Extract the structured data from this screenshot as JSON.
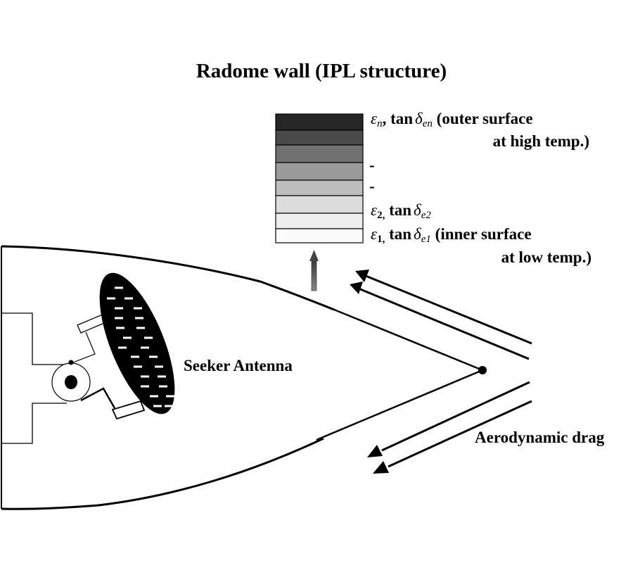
{
  "title": "Radome wall (IPL structure)",
  "layers": {
    "count": 8,
    "colors_outer_to_inner": [
      "#262626",
      "#4a4a4a",
      "#717171",
      "#9a9a9a",
      "#bdbdbd",
      "#dcdcdc",
      "#eeeeee",
      "#fbfbfb"
    ],
    "outer_label": {
      "eps_sym": "ε",
      "eps_sub": "n",
      "sep": ", ",
      "tan": "tan",
      "delta_sym": "δ",
      "delta_sub": "en",
      "desc_line1": " (outer surface",
      "desc_line2": "at high temp.)"
    },
    "dash_labels": [
      "-",
      "-"
    ],
    "layer2_label": {
      "eps_sym": "ε",
      "eps_sub": "2,",
      "tan": " tan",
      "delta_sym": "δ",
      "delta_sub": "e2"
    },
    "inner_label": {
      "eps_sym": "ε",
      "eps_sub": "1,",
      "tan": " tan",
      "delta_sym": "δ",
      "delta_sub": "e1",
      "desc_line1": " (inner surface",
      "desc_line2": "at low temp.)"
    }
  },
  "antenna_label": "Seeker Antenna",
  "drag_label": "Aerodynamic drag",
  "colors": {
    "ink": "#000000",
    "arrow_gray": "#555555",
    "background": "#ffffff"
  }
}
